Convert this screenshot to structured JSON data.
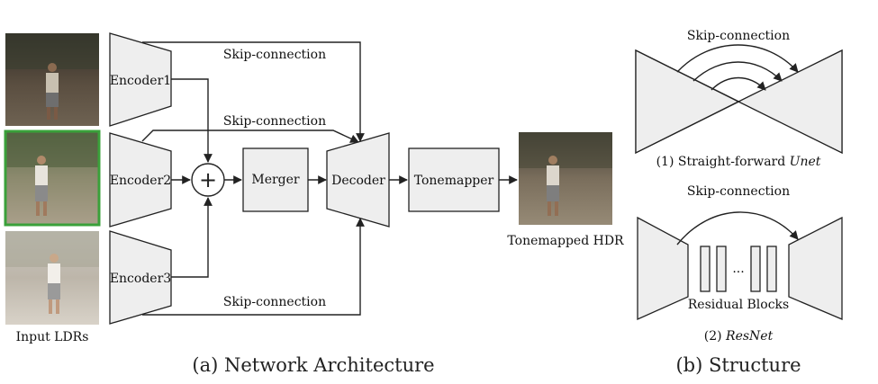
{
  "architecture": {
    "inputs_label": "Input LDRs",
    "encoders": [
      "Encoder1",
      "Encoder2",
      "Encoder3"
    ],
    "merge_symbol": "+",
    "merger": "Merger",
    "decoder": "Decoder",
    "tonemapper": "Tonemapper",
    "output_label": "Tonemapped HDR",
    "skip_labels": [
      "Skip-connection",
      "Skip-connection",
      "Skip-connection"
    ],
    "caption": "(a) Network Architecture"
  },
  "structure": {
    "unet": {
      "skip_label": "Skip-connection",
      "caption_prefix": "(1) Straight-forward ",
      "caption_name": "Unet"
    },
    "resnet": {
      "skip_label": "Skip-connection",
      "ellipsis": "...",
      "blocks_label": "Residual Blocks",
      "caption_prefix": "(2) ",
      "caption_name": "ResNet"
    },
    "caption": "(b) Structure"
  },
  "colors": {
    "highlight_border": "#3aa03a",
    "photo_sky": "#4a4540",
    "photo_mid": "#8a7c6a",
    "photo_ground": "#b5ada0"
  }
}
